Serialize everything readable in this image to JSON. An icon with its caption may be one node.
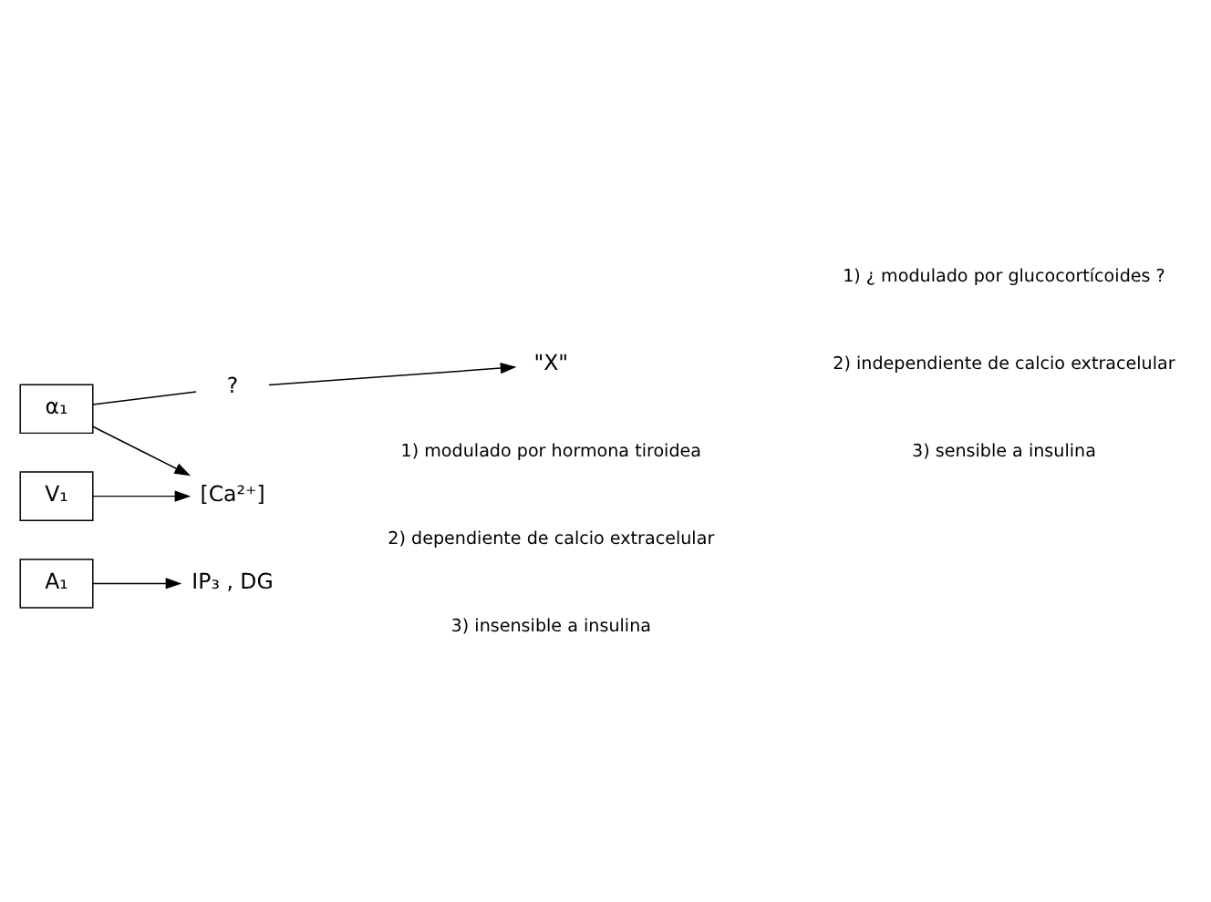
{
  "diagram": {
    "nodes": [
      {
        "text": [
          "α₁"
        ]
      },
      {
        "text": [
          "?"
        ]
      },
      {
        "text": [
          "\"X\""
        ]
      },
      {
        "text": [
          "V₁"
        ]
      },
      {
        "text": [
          "[Ca²⁺]"
        ]
      },
      {
        "text": [
          "A₁"
        ]
      },
      {
        "text": [
          "IP₃ , DG"
        ]
      }
    ],
    "edges": [
      {
        "from": 0,
        "to": 1,
        "arrow": "none"
      },
      {
        "from": 1,
        "to": 2,
        "arrow": "to"
      },
      {
        "from": 0,
        "to": 4,
        "arrow": "to"
      },
      {
        "from": 3,
        "to": 4,
        "arrow": "to"
      },
      {
        "from": 5,
        "to": 6,
        "arrow": "to"
      }
    ],
    "labels": [
      "1) ¿ modulado por glucocortícoides ?",
      "2) independiente de calcio extracelular",
      "3) sensible a insulina",
      "1) modulado por hormona tiroidea",
      "2) dependiente de calcio extracelular",
      "3) insensible a insulina"
    ]
  }
}
